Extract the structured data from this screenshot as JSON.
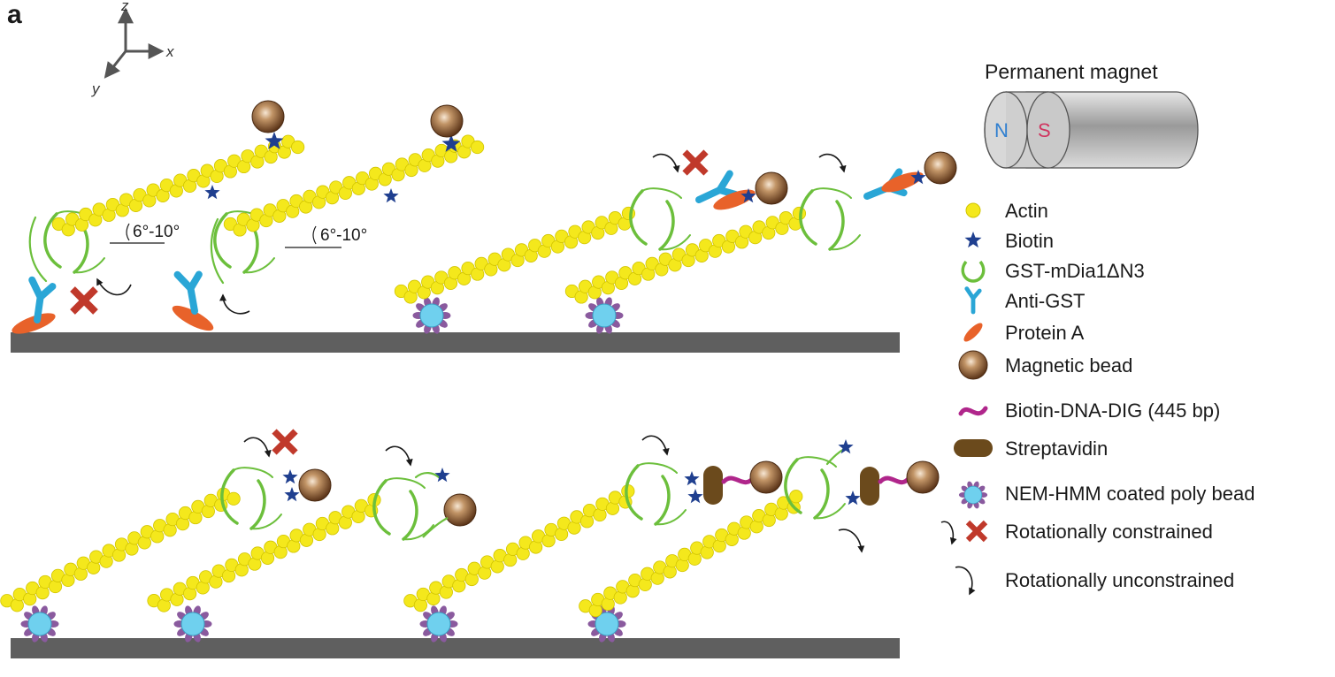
{
  "panel_label": "a",
  "axes": {
    "z": "z",
    "x": "x",
    "y": "y"
  },
  "angle_label": "6°-10°",
  "magnet": {
    "title": "Permanent magnet",
    "north": "N",
    "south": "S"
  },
  "legend": [
    {
      "icon": "actin-icon",
      "label": "Actin"
    },
    {
      "icon": "biotin-icon",
      "label": "Biotin"
    },
    {
      "icon": "gst-mdia1-icon",
      "label": "GST-mDia1ΔN3"
    },
    {
      "icon": "anti-gst-icon",
      "label": "Anti-GST"
    },
    {
      "icon": "protein-a-icon",
      "label": "Protein A"
    },
    {
      "icon": "magnetic-bead-icon",
      "label": "Magnetic bead"
    },
    {
      "icon": "dna-icon",
      "label": "Biotin-DNA-DIG (445 bp)"
    },
    {
      "icon": "streptavidin-icon",
      "label": "Streptavidin"
    },
    {
      "icon": "poly-bead-icon",
      "label": "NEM-HMM coated poly bead"
    },
    {
      "icon": "constrained-icon",
      "label": "Rotationally constrained"
    },
    {
      "icon": "unconstrained-icon",
      "label": "Rotationally unconstrained"
    }
  ],
  "colors": {
    "actin": "#f4e81c",
    "actin_edge": "#d1c400",
    "biotin": "#1f3f8f",
    "formin": "#6cbf3c",
    "anti_gst": "#2aa6d6",
    "protein_a": "#e8622a",
    "cross": "#c0392b",
    "dna": "#b0268b",
    "streptavidin": "#6b4a1c",
    "surface": "#5f5f5f",
    "hmm": "#8a5a9e",
    "poly_bead": "#6fd0ee"
  }
}
